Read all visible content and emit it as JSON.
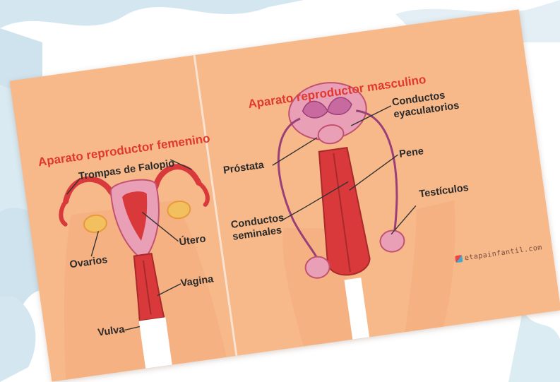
{
  "female": {
    "title": "Aparato reproductor femenino",
    "labels": {
      "fallopian": "Trompas de Falopio",
      "uterus": "Útero",
      "ovaries": "Ovarios",
      "vagina": "Vagina",
      "vulva": "Vulva"
    }
  },
  "male": {
    "title": "Aparato reproductor masculino",
    "labels": {
      "ejaculatory_1": "Conductos",
      "ejaculatory_2": "eyaculatorios",
      "prostate": "Próstata",
      "penis": "Pene",
      "seminal_1": "Conductos",
      "seminal_2": "seminales",
      "testicles": "Testículos"
    }
  },
  "watermark": "etapainfantil.com",
  "colors": {
    "card_bg": "#f7b98a",
    "title_red": "#e0392d",
    "organ_red": "#d9393a",
    "organ_pink": "#e9a0b6",
    "ovary_yellow": "#f3c060"
  }
}
